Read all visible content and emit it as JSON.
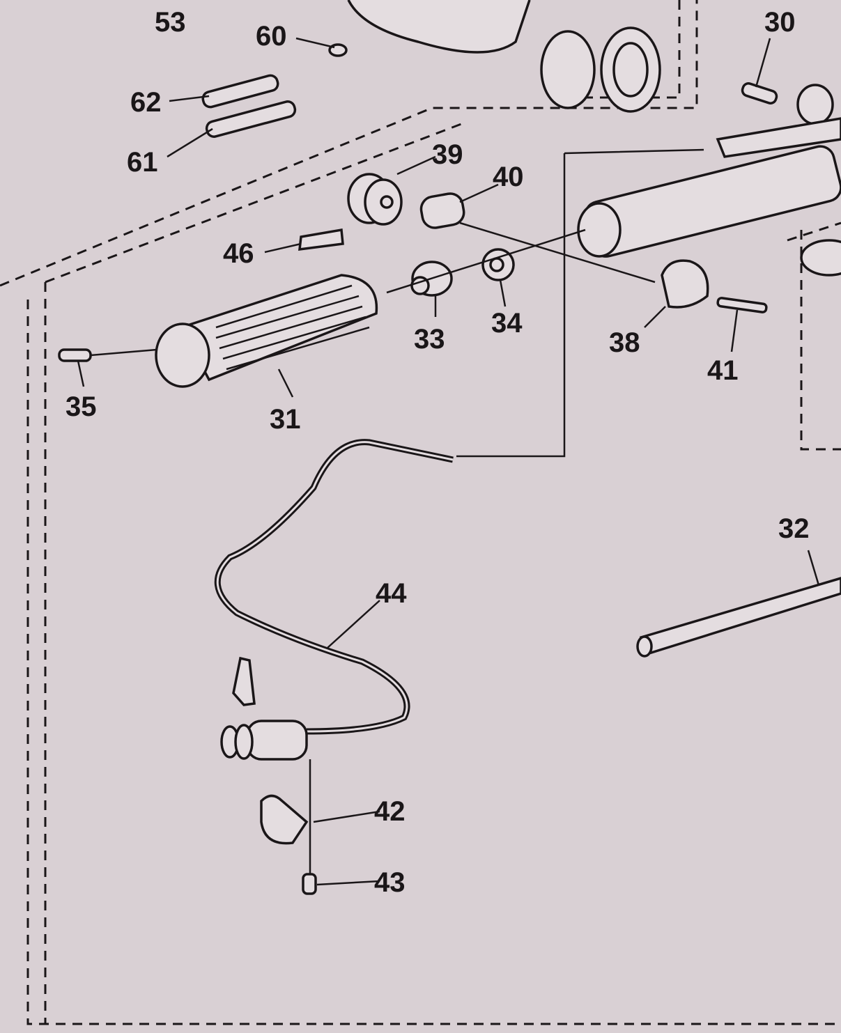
{
  "diagram": {
    "title": "Exploded parts diagram - handle grip and cable assembly",
    "callouts": [
      "53",
      "60",
      "62",
      "61",
      "30",
      "39",
      "40",
      "46",
      "33",
      "34",
      "38",
      "41",
      "35",
      "31",
      "32",
      "44",
      "42",
      "43"
    ]
  },
  "colors": {
    "background": "#d9d0d4",
    "ink": "#1a1618"
  }
}
